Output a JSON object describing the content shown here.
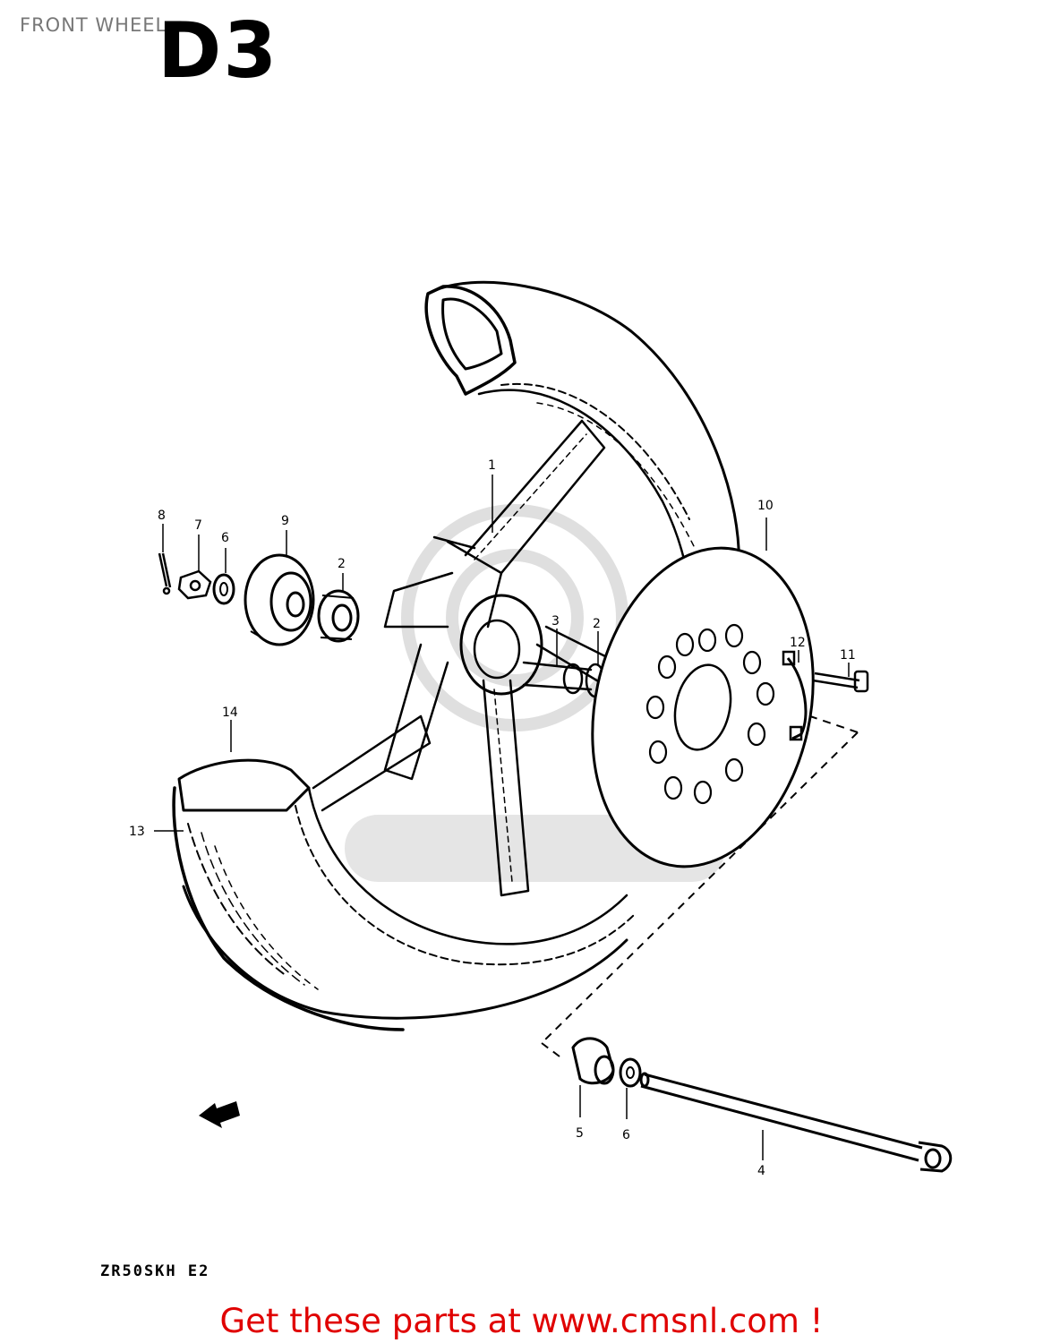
{
  "header": {
    "title": "FRONT WHEEL",
    "section_code": "D3"
  },
  "footer": {
    "model_code": "ZR50SKH E2",
    "promo": "Get these parts at www.cmsnl.com !"
  },
  "callouts": [
    "1",
    "2",
    "3",
    "2",
    "4",
    "5",
    "6",
    "6",
    "7",
    "8",
    "9",
    "10",
    "11",
    "12",
    "13",
    "14"
  ]
}
